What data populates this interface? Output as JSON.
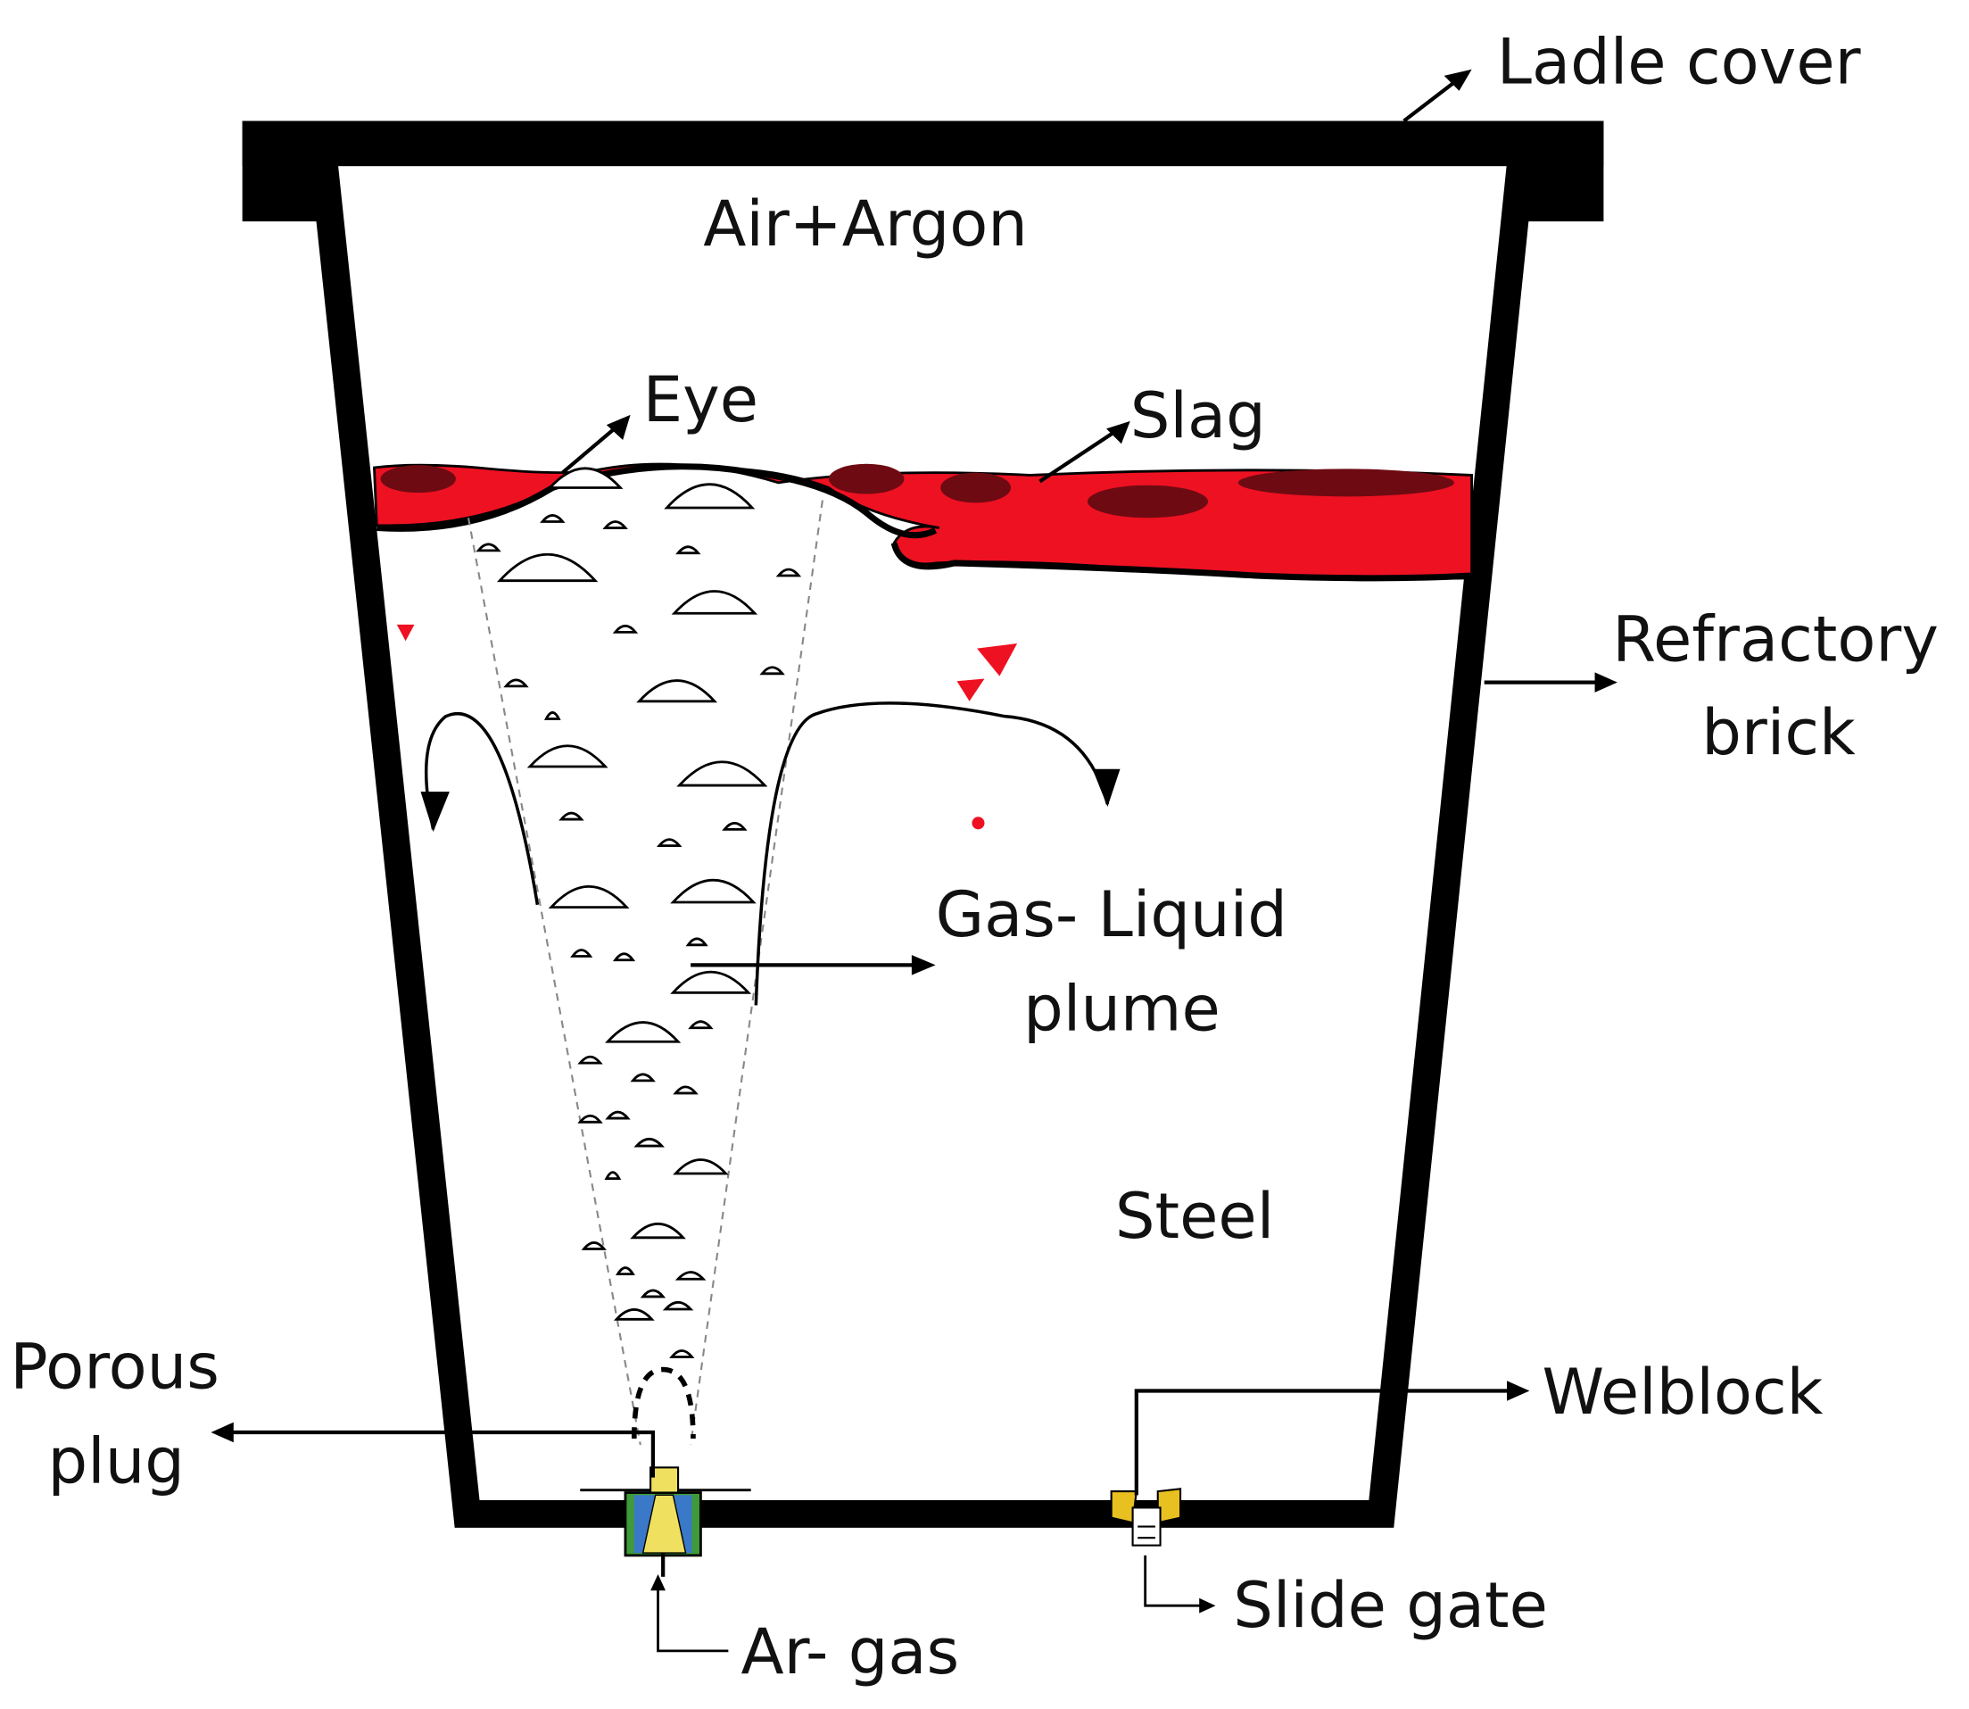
{
  "labels": {
    "ladle_cover": "Ladle cover",
    "air_argon": "Air+Argon",
    "eye": "Eye",
    "slag": "Slag",
    "refractory_line1": "Refractory",
    "refractory_line2": "brick",
    "plume_line1": "Gas- Liquid",
    "plume_line2": "plume",
    "steel": "Steel",
    "porous_line1": "Porous",
    "porous_line2": "plug",
    "welblock": "Welblock",
    "slide_gate": "Slide gate",
    "ar_gas": "Ar- gas"
  },
  "colors": {
    "outline": "#000000",
    "slag": "#ee1122",
    "slag_dark": "#6e0a12",
    "plug_blue": "#3a78c8",
    "plug_green": "#3f9a3a",
    "plug_yellow": "#f0e060",
    "gate_yellow": "#e8c020"
  }
}
